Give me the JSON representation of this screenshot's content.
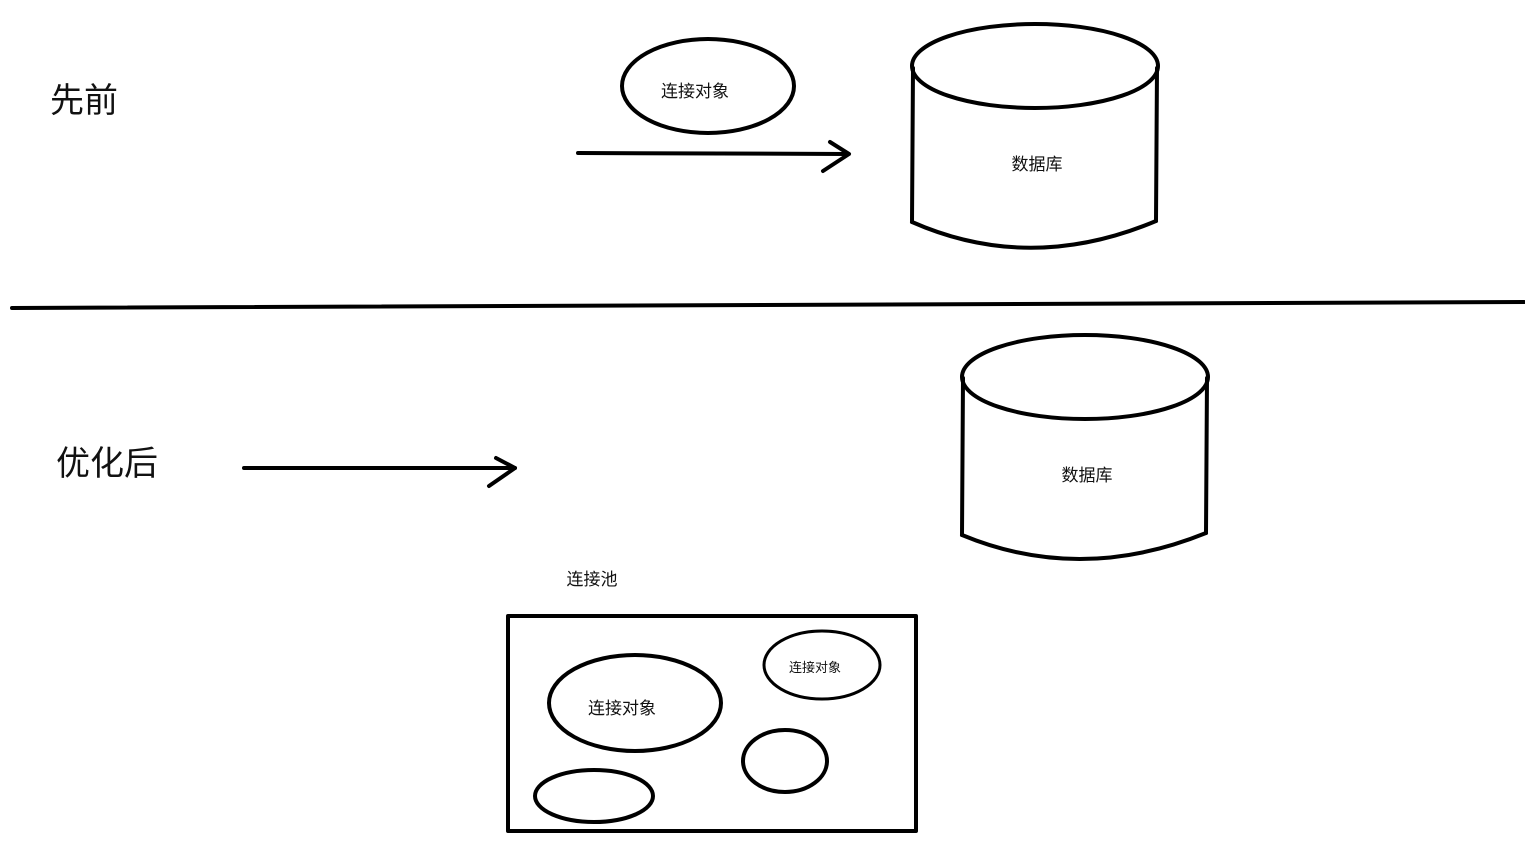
{
  "before": {
    "title": "先前",
    "connection_object_label": "连接对象",
    "database_label": "数据库"
  },
  "after": {
    "title": "优化后",
    "database_label": "数据库",
    "pool_label": "连接池",
    "pool_objects": [
      {
        "label": "连接对象"
      },
      {
        "label": "连接对象"
      },
      {
        "label": ""
      },
      {
        "label": ""
      }
    ]
  }
}
